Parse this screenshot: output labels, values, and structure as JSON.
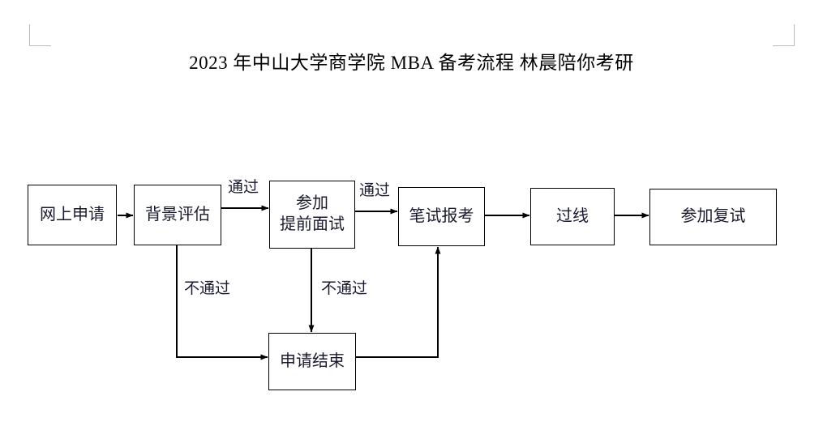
{
  "page": {
    "title": "2023 年中山大学商学院 MBA 备考流程  林晨陪你考研",
    "background_color": "#ffffff",
    "line_color": "#000000",
    "text_color": "#1a1a2e",
    "corner_mark_color": "#bcbcbc"
  },
  "flowchart": {
    "type": "flowchart",
    "nodes": [
      {
        "id": "online-application",
        "label": "网上申请"
      },
      {
        "id": "background-assessment",
        "label": "背景评估"
      },
      {
        "id": "pre-interview",
        "label_line1": "参加",
        "label_line2": "提前面试"
      },
      {
        "id": "written-exam-registration",
        "label": "笔试报考"
      },
      {
        "id": "pass-the-line",
        "label": "过线"
      },
      {
        "id": "second-interview",
        "label": "参加复试"
      },
      {
        "id": "application-end",
        "label": "申请结束"
      }
    ],
    "edge_labels": [
      {
        "id": "pass-1",
        "text": "通过"
      },
      {
        "id": "pass-2",
        "text": "通过"
      },
      {
        "id": "fail-1",
        "text": "不通过"
      },
      {
        "id": "fail-2",
        "text": "不通过"
      }
    ],
    "edges": [
      {
        "from": "online-application",
        "to": "background-assessment",
        "label": ""
      },
      {
        "from": "background-assessment",
        "to": "pre-interview",
        "label": "通过"
      },
      {
        "from": "background-assessment",
        "to": "application-end",
        "label": "不通过"
      },
      {
        "from": "pre-interview",
        "to": "written-exam-registration",
        "label": "通过"
      },
      {
        "from": "pre-interview",
        "to": "application-end",
        "label": "不通过"
      },
      {
        "from": "application-end",
        "to": "written-exam-registration",
        "label": ""
      },
      {
        "from": "written-exam-registration",
        "to": "pass-the-line",
        "label": ""
      },
      {
        "from": "pass-the-line",
        "to": "second-interview",
        "label": ""
      }
    ]
  }
}
